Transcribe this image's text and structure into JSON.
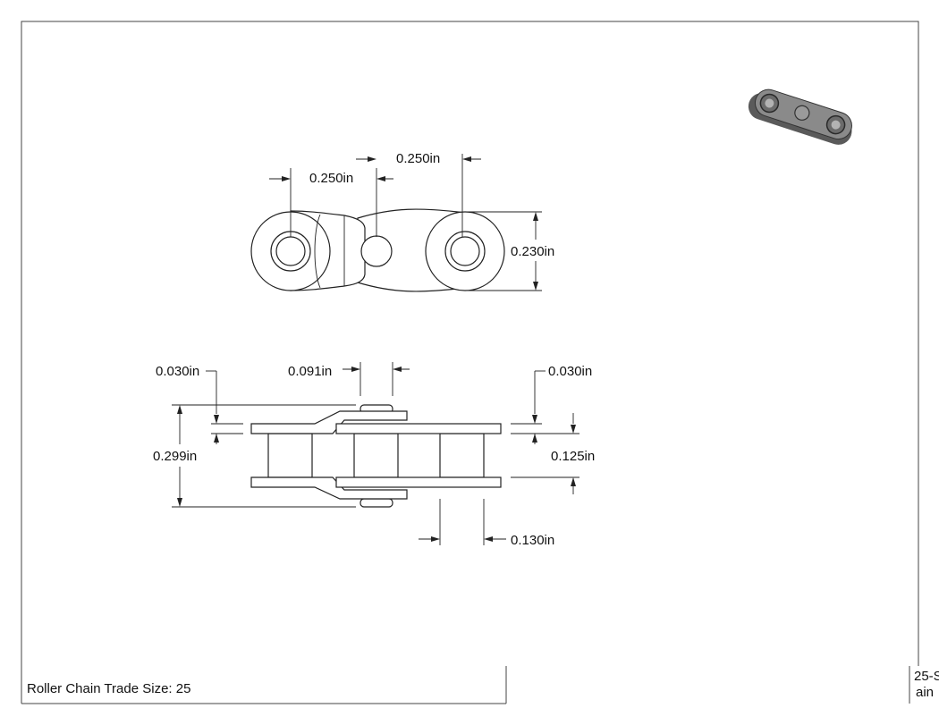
{
  "dimensions": {
    "pitch_left": "0.250in",
    "pitch_right": "0.250in",
    "height": "0.230in",
    "plate_thickness_left": "0.030in",
    "roller_width": "0.091in",
    "plate_thickness_right": "0.030in",
    "overall_width": "0.299in",
    "inner_width": "0.125in",
    "roller_diameter": "0.130in"
  },
  "title_block": {
    "description": "Roller Chain Trade Size: 25",
    "part_number_fragment": "25-S",
    "name_fragment": "ain"
  }
}
